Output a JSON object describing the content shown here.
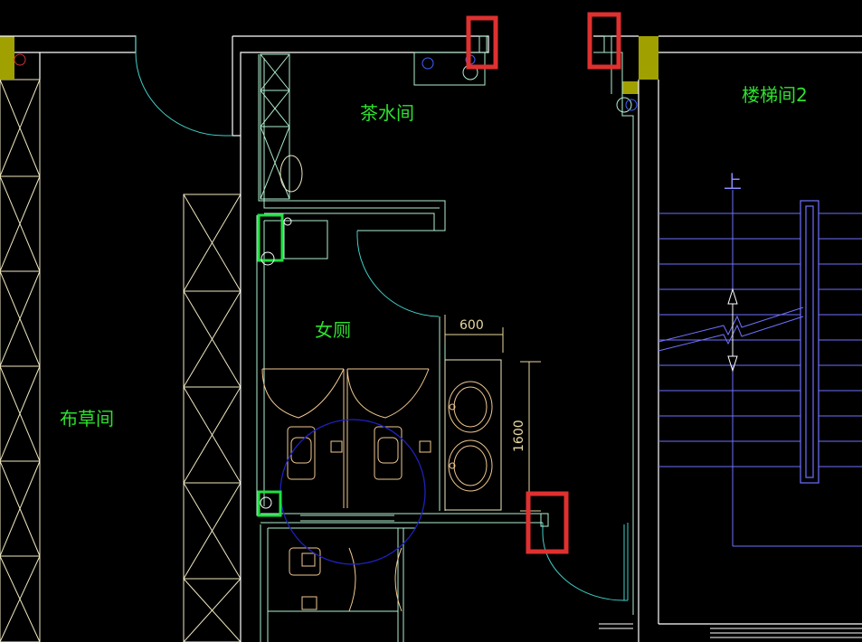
{
  "labels": {
    "tea_room": "茶水间",
    "stairwell": "楼梯间2",
    "womens_restroom": "女厕",
    "linen_room": "布草间",
    "stair_up": "上"
  },
  "dimensions": {
    "width_600": "600",
    "length_1600": "1600"
  },
  "colors": {
    "background": "#000000",
    "wall": "#ffffff",
    "cyan_line": "#40d0c8",
    "green_text": "#2ee02e",
    "fixture": "#f0c890",
    "stair_blue": "#7070ff",
    "column_fill": "#a0a000",
    "highlight_box": "#e03030",
    "circle_blue": "#2020c0"
  },
  "highlight_count": 3
}
